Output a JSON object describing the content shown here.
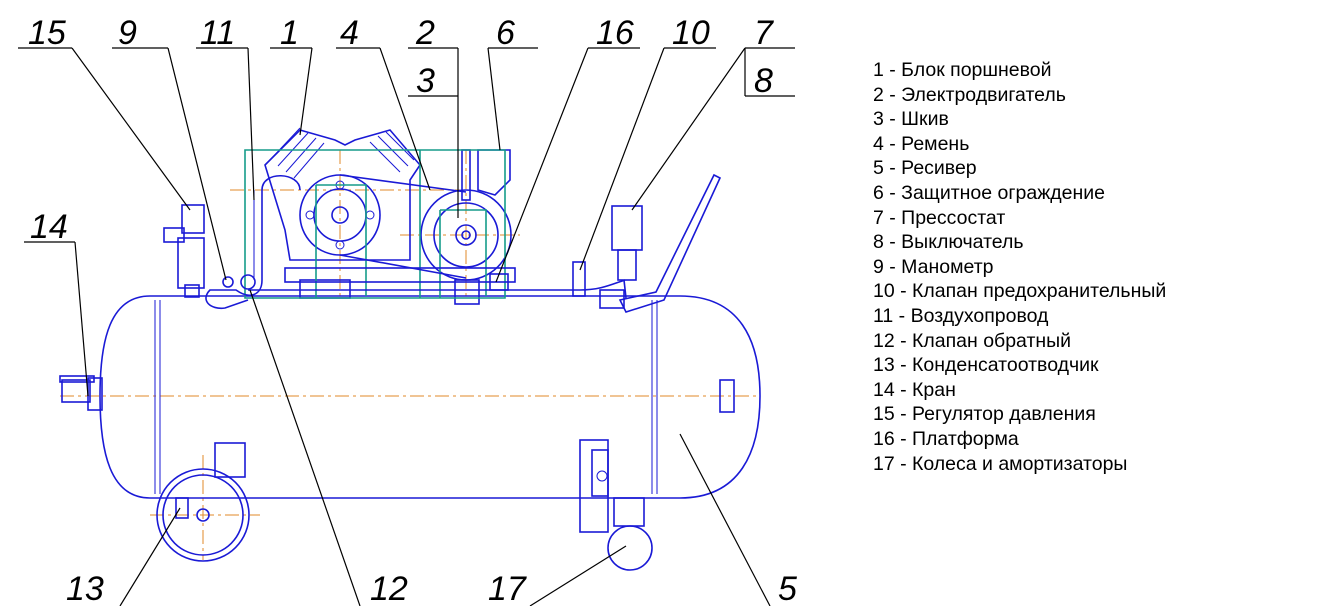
{
  "callouts": [
    "15",
    "9",
    "11",
    "1",
    "4",
    "2",
    "3",
    "6",
    "16",
    "10",
    "7",
    "8",
    "14",
    "13",
    "12",
    "17",
    "5"
  ],
  "legend": [
    "1 - Блок поршневой",
    "2 - Электродвигатель",
    "3 - Шкив",
    "4 - Ремень",
    "5 - Ресивер",
    "6 - Защитное ограждение",
    "7 - Прессостат",
    "8 - Выключатель",
    "9 - Манометр",
    "10 - Клапан предохранительный",
    "11 - Воздухопровод",
    "12 - Клапан обратный",
    "13 - Конденсатоотводчик",
    "14 - Кран",
    "15 - Регулятор давления",
    "16 - Платформа",
    "17 - Колеса и амортизаторы"
  ],
  "colors": {
    "outline": "#1a1ad6",
    "guard": "#169c8a",
    "centerline": "#e08a2a",
    "text": "#000000"
  }
}
